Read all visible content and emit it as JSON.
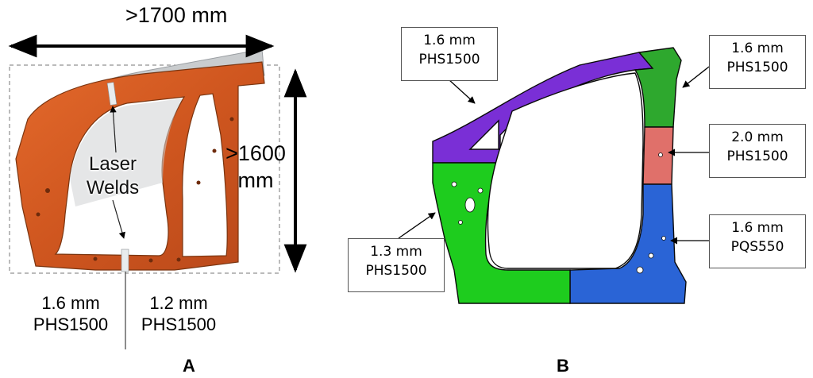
{
  "panel_a": {
    "label": "A",
    "width_dimension": ">1700 mm",
    "height_dimension": [
      ">1600",
      "mm"
    ],
    "callout": [
      "Laser",
      "Welds"
    ],
    "left_material": [
      "1.6 mm",
      "PHS1500"
    ],
    "right_material": [
      "1.2 mm",
      "PHS1500"
    ]
  },
  "panel_b": {
    "label": "B",
    "zones": [
      {
        "thickness": "1.6 mm",
        "grade": "PHS1500",
        "color": "#7a2fd6"
      },
      {
        "thickness": "1.6 mm",
        "grade": "PHS1500",
        "color": "#2ea82e"
      },
      {
        "thickness": "2.0 mm",
        "grade": "PHS1500",
        "color": "#e0706a"
      },
      {
        "thickness": "1.6 mm",
        "grade": "PQS550",
        "color": "#2a64d6"
      },
      {
        "thickness": "1.3 mm",
        "grade": "PHS1500",
        "color": "#1ecc1e"
      }
    ]
  },
  "colors": {
    "orange_part": "#d35a22",
    "outline": "#111111"
  }
}
